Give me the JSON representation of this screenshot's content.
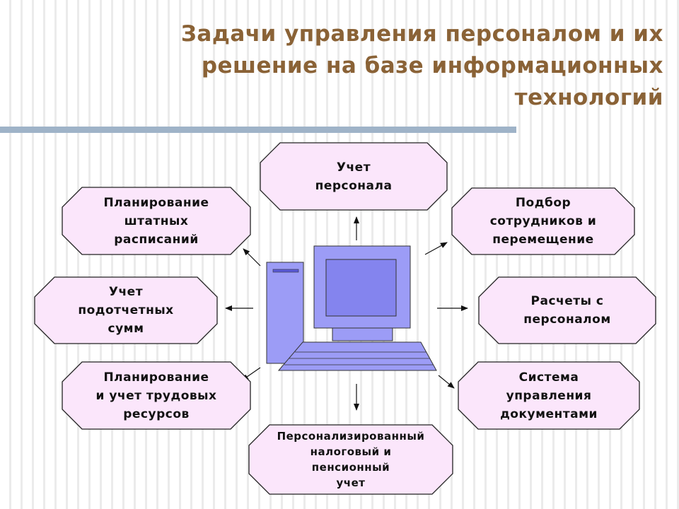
{
  "title_lines": [
    "Задачи управления персоналом и их",
    "решение на базе информационных",
    "технологий"
  ],
  "colors": {
    "title": "#8a6236",
    "box_fill": "#fbe6fb",
    "box_stroke": "#222222",
    "computer": "#9c9cf6",
    "screen": "#8484ee",
    "rule": "#9fb3c8"
  },
  "center_icon": "computer-icon",
  "tasks": [
    {
      "id": "personnel-accounting",
      "label": "Учет\nперсонала"
    },
    {
      "id": "staff-planning",
      "label": "Планирование\nштатных\nрасписаний"
    },
    {
      "id": "recruitment",
      "label": "Подбор\nсотрудников и\nперемещение"
    },
    {
      "id": "accountable-sums",
      "label": "Учет\nподотчетных\nсумм"
    },
    {
      "id": "payroll",
      "label": "Расчеты с\nперсоналом"
    },
    {
      "id": "labor-resources",
      "label": "Планирование\nи учет трудовых\nресурсов"
    },
    {
      "id": "document-management",
      "label": "Система\nуправления\nдокументами"
    },
    {
      "id": "tax-pension-accounting",
      "label": "Персонализированный\nналоговый и\nпенсионный\nучет"
    }
  ]
}
